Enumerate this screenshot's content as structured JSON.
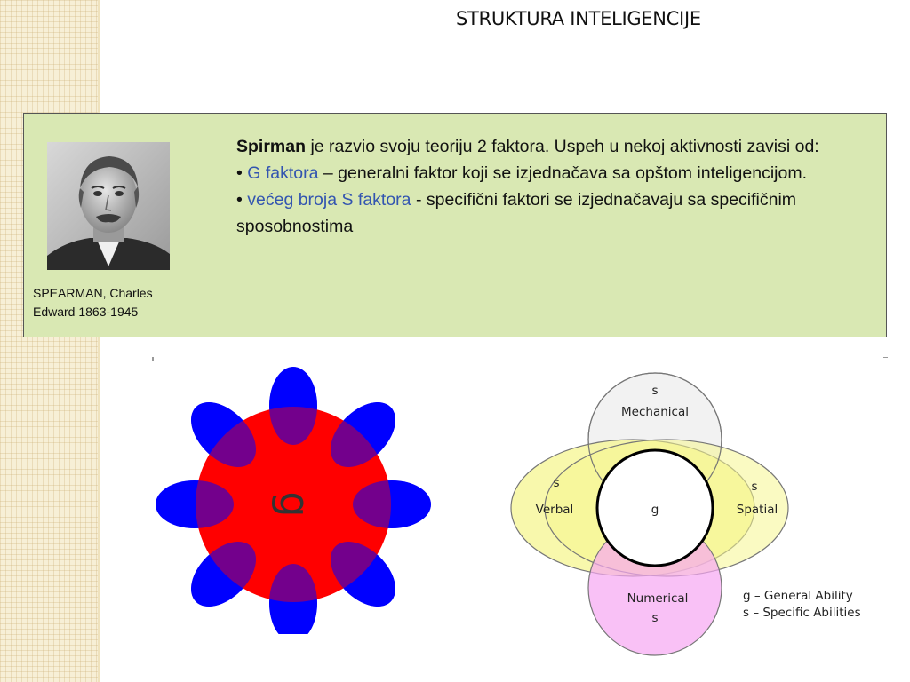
{
  "slide": {
    "title": "STRUKTURA INTELIGENCIJE"
  },
  "info_panel": {
    "portrait_caption_line1": "SPEARMAN, Charles",
    "portrait_caption_line2": "Edward 1863-1945",
    "intro_bold": "Spirman",
    "intro_rest": " je razvio svoju teoriju 2 faktora. Uspeh u nekoj aktivnosti zavisi od:",
    "bullet1_marker": "• ",
    "bullet1_highlight": "G faktora",
    "bullet1_rest": " – generalni faktor koji se izjednačava sa opštom inteligencijom.",
    "bullet2_marker": "• ",
    "bullet2_highlight": "većeg broja S faktora",
    "bullet2_rest": "  - specifični faktori se izjednačavaju sa specifičnim sposobnostima"
  },
  "flower_diagram": {
    "center_label": "g",
    "center_color": "#ff0000",
    "petal_color": "#0000ff",
    "petal_count": 8
  },
  "venn_diagram": {
    "center_label": "g",
    "top": {
      "line1": "s",
      "line2": "Mechanical",
      "color": "#f2f2f2"
    },
    "left": {
      "line1": "s",
      "line2": "Verbal",
      "color": "#f5f590"
    },
    "right": {
      "line1": "s",
      "line2": "Spatial",
      "color": "#f5f590"
    },
    "bottom": {
      "line1": "Numerical",
      "line2": "s",
      "color": "#f7a6f2"
    },
    "legend_g": "g – General Ability",
    "legend_s": "s – Specific Abilities"
  }
}
